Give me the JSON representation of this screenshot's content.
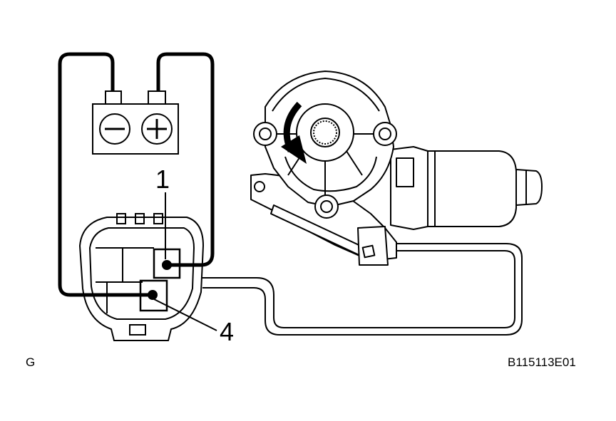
{
  "battery": {
    "negative_symbol": "−",
    "positive_symbol": "+"
  },
  "connector": {
    "terminal_1": "1",
    "terminal_4": "4"
  },
  "corner": {
    "left": "G",
    "right": "B115113E01"
  },
  "colors": {
    "line": "#000000",
    "background": "#ffffff"
  }
}
